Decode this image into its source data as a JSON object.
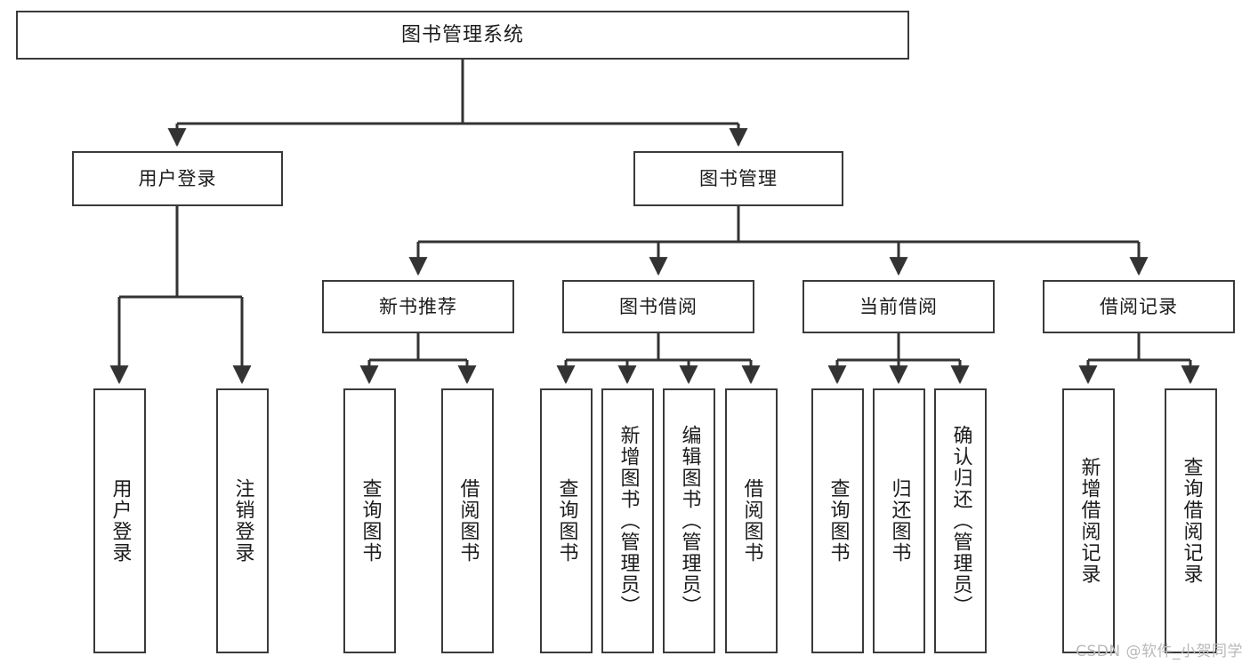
{
  "diagram": {
    "title": "图书管理系统",
    "watermark": "CSDN @软件_小贺同学",
    "colors": {
      "box_border": "#3a3a3a",
      "box_fill": "#ffffff",
      "connector": "#333333",
      "text": "#1c1c1c",
      "watermark": "#b9b9b9"
    },
    "root": {
      "label": "图书管理系统"
    },
    "level2": [
      {
        "label": "用户登录"
      },
      {
        "label": "图书管理"
      }
    ],
    "level3": [
      {
        "label": "新书推荐"
      },
      {
        "label": "图书借阅"
      },
      {
        "label": "当前借阅"
      },
      {
        "label": "借阅记录"
      }
    ],
    "leaves": {
      "user_login": [
        {
          "label": "用户登录"
        },
        {
          "label": "注销登录"
        }
      ],
      "new_book": [
        {
          "label": "查询图书"
        },
        {
          "label": "借阅图书"
        }
      ],
      "book_borrow": [
        {
          "label": "查询图书"
        },
        {
          "label": "新增图书（管理员）"
        },
        {
          "label": "编辑图书（管理员）"
        },
        {
          "label": "借阅图书"
        }
      ],
      "current_borrow": [
        {
          "label": "查询图书"
        },
        {
          "label": "归还图书"
        },
        {
          "label": "确认归还（管理员）"
        }
      ],
      "borrow_record": [
        {
          "label": "新增借阅记录"
        },
        {
          "label": "查询借阅记录"
        }
      ]
    }
  }
}
